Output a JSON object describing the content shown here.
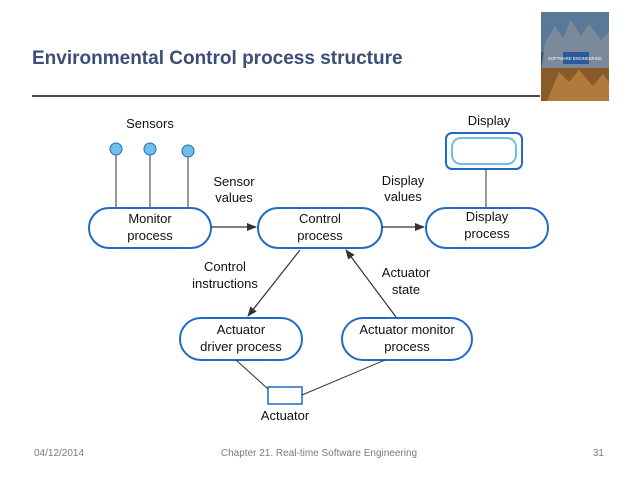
{
  "slide": {
    "title": "Environmental Control process structure"
  },
  "book_cover": {
    "caption": "SOFTWARE ENGINEERING",
    "colors": {
      "sky": "#4a6a8a",
      "ground": "#8a5a2a"
    }
  },
  "diagram": {
    "colors": {
      "box_stroke": "#1f6bc4",
      "sensor_fill": "#6fbfe6",
      "arrow": "#333333"
    },
    "labels": {
      "sensors": "Sensors",
      "display": "Display",
      "actuator": "Actuator",
      "sensor_values": [
        "Sensor",
        "values"
      ],
      "display_values": [
        "Display",
        "values"
      ],
      "control_instructions": [
        "Control",
        "instructions"
      ],
      "actuator_state": [
        "Actuator",
        "state"
      ]
    },
    "processes": {
      "monitor": [
        "Monitor",
        "process"
      ],
      "control": [
        "Control",
        "process"
      ],
      "display": [
        "Display",
        "process"
      ],
      "actuator_driver": [
        "Actuator",
        "driver process"
      ],
      "actuator_monitor": [
        "Actuator monitor",
        "process"
      ]
    }
  },
  "footer": {
    "date": "04/12/2014",
    "chapter": "Chapter 21. Real-time Software Engineering",
    "page": "31"
  }
}
